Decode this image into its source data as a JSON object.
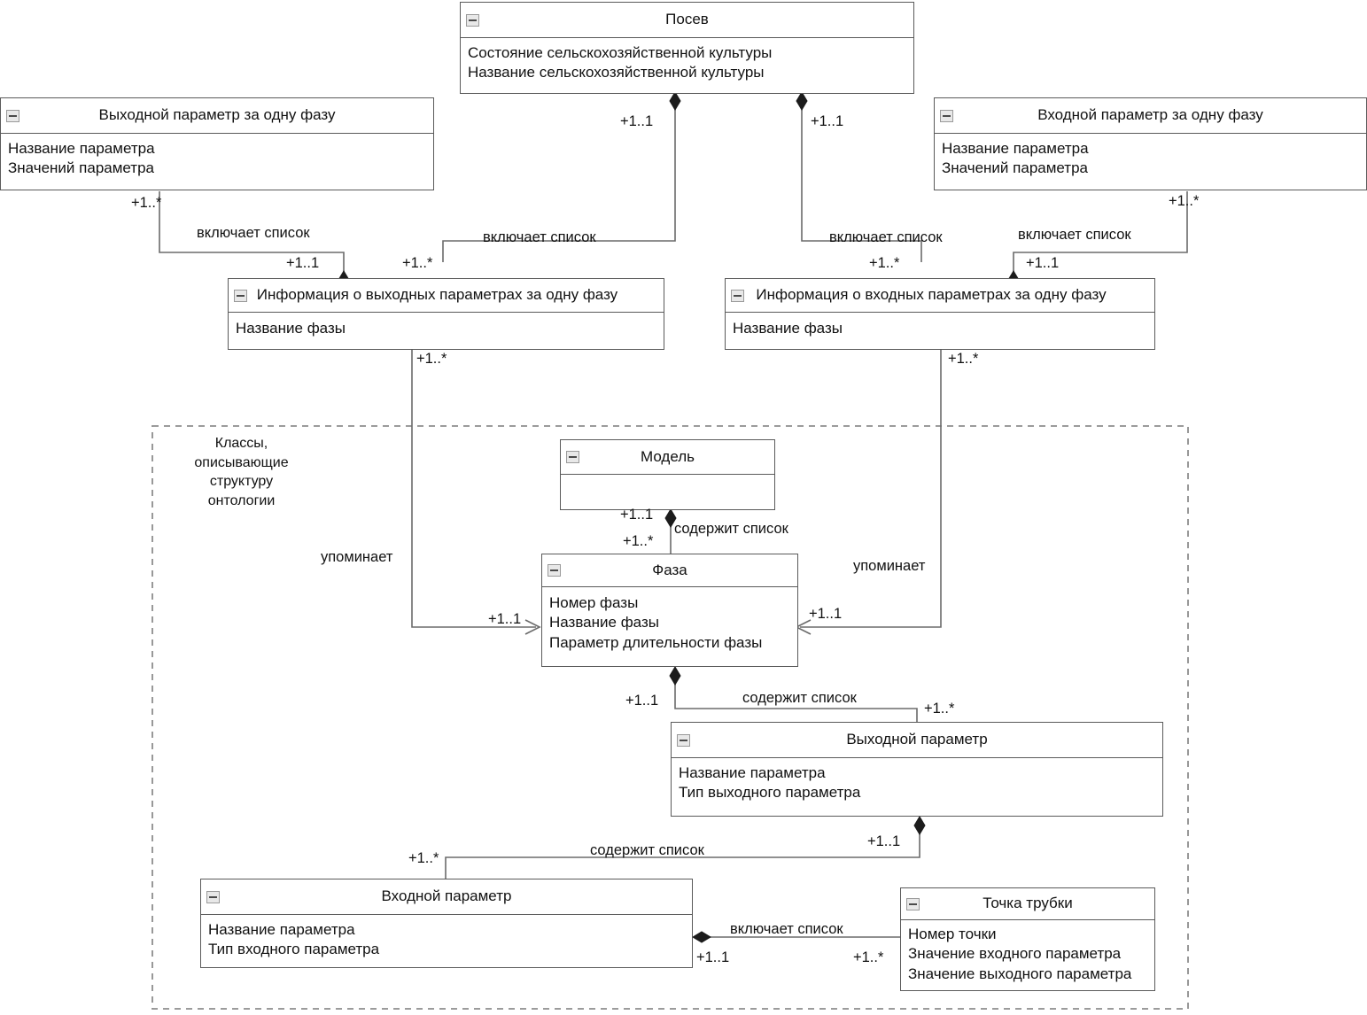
{
  "diagram": {
    "type": "uml-class-diagram",
    "group_note": "Классы,\nописывающие\nструктуру\nонтологии",
    "classes": [
      {
        "id": "posev",
        "name": "Посев",
        "attributes": [
          "Состояние сельскохозяйственной культуры",
          "Название сельскохозяйственной культуры"
        ]
      },
      {
        "id": "outparam_phase",
        "name": "Выходной параметр за одну фазу",
        "attributes": [
          "Название параметра",
          "Значений параметра"
        ]
      },
      {
        "id": "inparam_phase",
        "name": "Входной параметр за одну фазу",
        "attributes": [
          "Название параметра",
          "Значений параметра"
        ]
      },
      {
        "id": "outinfo",
        "name": "Информация о выходных параметрах за одну фазу",
        "attributes": [
          "Название фазы"
        ]
      },
      {
        "id": "ininfo",
        "name": "Информация о входных параметрах за одну фазу",
        "attributes": [
          "Название фазы"
        ]
      },
      {
        "id": "model",
        "name": "Модель",
        "attributes": []
      },
      {
        "id": "phase",
        "name": "Фаза",
        "attributes": [
          "Номер фазы",
          "Название фазы",
          "Параметр длительности фазы"
        ]
      },
      {
        "id": "outparam",
        "name": "Выходной параметр",
        "attributes": [
          "Название параметра",
          "Тип выходного параметра"
        ]
      },
      {
        "id": "inparam",
        "name": "Входной параметр",
        "attributes": [
          "Название параметра",
          "Тип входного параметра"
        ]
      },
      {
        "id": "tubepoint",
        "name": "Точка трубки",
        "attributes": [
          "Номер точки",
          "Значение входного параметра",
          "Значение выходного параметра"
        ]
      }
    ],
    "relations": [
      {
        "from": "outinfo",
        "to": "posev",
        "label": "включает список",
        "from_mult": "+1..*",
        "to_mult": "+1..1",
        "kind": "composition"
      },
      {
        "from": "ininfo",
        "to": "posev",
        "label": "включает список",
        "from_mult": "+1..*",
        "to_mult": "+1..1",
        "kind": "composition"
      },
      {
        "from": "outparam_phase",
        "to": "outinfo",
        "label": "включает список",
        "from_mult": "+1..*",
        "to_mult": "+1..1",
        "kind": "composition"
      },
      {
        "from": "inparam_phase",
        "to": "ininfo",
        "label": "включает список",
        "from_mult": "+1..*",
        "to_mult": "+1..1",
        "kind": "composition"
      },
      {
        "from": "outinfo",
        "to": "phase",
        "label": "упоминает",
        "from_mult": "+1..*",
        "to_mult": "+1..1",
        "kind": "association"
      },
      {
        "from": "ininfo",
        "to": "phase",
        "label": "упоминает",
        "from_mult": "+1..*",
        "to_mult": "+1..1",
        "kind": "association"
      },
      {
        "from": "model",
        "to": "phase",
        "label": "содержит список",
        "from_mult": "+1..1",
        "to_mult": "+1..*",
        "kind": "composition"
      },
      {
        "from": "phase",
        "to": "outparam",
        "label": "содержит список",
        "from_mult": "+1..1",
        "to_mult": "+1..*",
        "kind": "composition"
      },
      {
        "from": "outparam",
        "to": "inparam",
        "label": "содержит список",
        "from_mult": "+1..1",
        "to_mult": "+1..*",
        "kind": "composition"
      },
      {
        "from": "inparam",
        "to": "tubepoint",
        "label": "включает список",
        "from_mult": "+1..1",
        "to_mult": "+1..*",
        "kind": "composition"
      }
    ],
    "multiplicities": {
      "posev_out": "+1..1",
      "posev_in": "+1..1",
      "outparam_phase_end": "+1..*",
      "inparam_phase_end": "+1..*",
      "outinfo_top_left": "+1..1",
      "outinfo_top_right": "+1..*",
      "ininfo_top_left": "+1..*",
      "ininfo_top_right": "+1..1",
      "outinfo_bottom": "+1..*",
      "ininfo_bottom": "+1..*",
      "phase_left": "+1..1",
      "phase_right": "+1..1",
      "model_end": "+1..1",
      "phase_top": "+1..*",
      "phase_bottom": "+1..1",
      "outparam_top": "+1..*",
      "outparam_bottom": "+1..1",
      "inparam_top": "+1..*",
      "inparam_right": "+1..1",
      "tubepoint_left": "+1..*"
    },
    "labels": {
      "includes": "включает список",
      "contains": "содержит список",
      "mentions": "упоминает"
    },
    "colors": {
      "box_border": "#5a5a5a",
      "line": "#6b6b6b",
      "dashed_group": "#8d8d8d",
      "text": "#111111",
      "background": "#ffffff"
    }
  }
}
